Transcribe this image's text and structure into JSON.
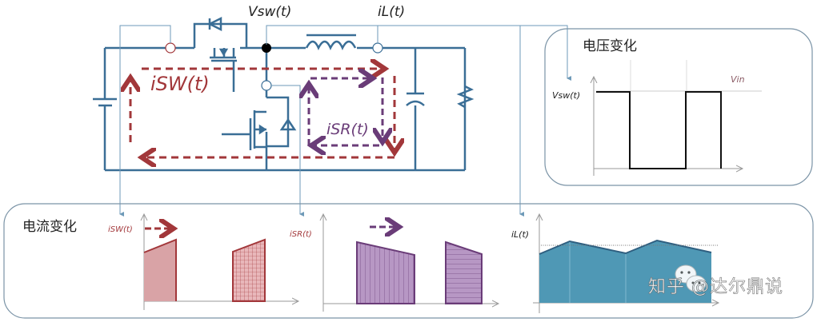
{
  "colors": {
    "wire": "#3a6e96",
    "probe": "#6e9ab8",
    "sw_current": "#a2373a",
    "sr_current": "#6a3c78",
    "sw_fill": "#d9a3a6",
    "sr_fill": "#b797c4",
    "il_fill": "#4f98b5",
    "box_border": "#7a93a6",
    "text_dark": "#222222"
  },
  "circuit": {
    "node_label": "Vsw(t)",
    "inductor_label": "iL(t)",
    "sw_current_label": "iSW(t)",
    "sr_current_label": "iSR(t)"
  },
  "voltage_panel": {
    "title": "电压变化",
    "y_label": "Vsw(t)",
    "level_label": "Vin",
    "waveform": {
      "high": 1,
      "low": 0,
      "segments": [
        "high",
        "low",
        "high"
      ],
      "duty": 0.5
    }
  },
  "current_panel": {
    "title": "电流变化",
    "plots": [
      {
        "id": "isw",
        "label": "iSW(t)",
        "pattern": "solid+crosshatch",
        "slope": "rising"
      },
      {
        "id": "isr",
        "label": "iSR(t)",
        "pattern": "vertical+horizontal",
        "slope": "falling"
      },
      {
        "id": "il",
        "label": "iL(t)",
        "pattern": "solid",
        "slope": "triangle"
      }
    ]
  },
  "watermark": {
    "text": "知乎 @达尔鼎说",
    "icon": "wechat-icon"
  }
}
